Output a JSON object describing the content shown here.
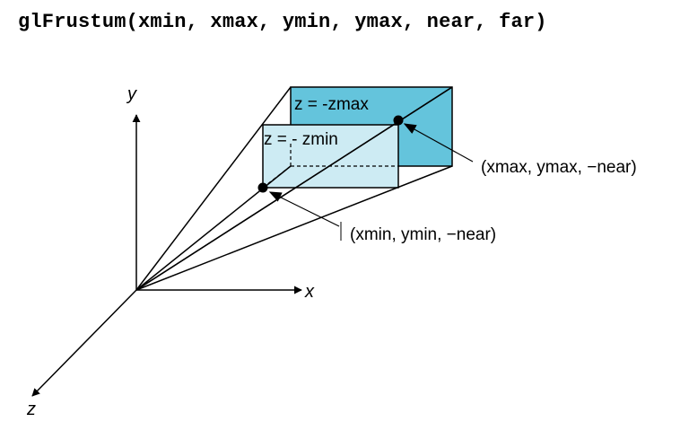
{
  "function_signature": "glFrustum(xmin, xmax, ymin, ymax, near, far)",
  "axes": {
    "x": "x",
    "y": "y",
    "z": "z"
  },
  "planes": {
    "far": "z = -zmax",
    "near": "z = - zmin"
  },
  "points": {
    "max_corner": "(xmax, ymax, −near)",
    "min_corner": "(xmin, ymin, −near)"
  },
  "colors": {
    "far_face": "#64c4dc",
    "near_face": "#cdebf3",
    "line": "#000000"
  }
}
